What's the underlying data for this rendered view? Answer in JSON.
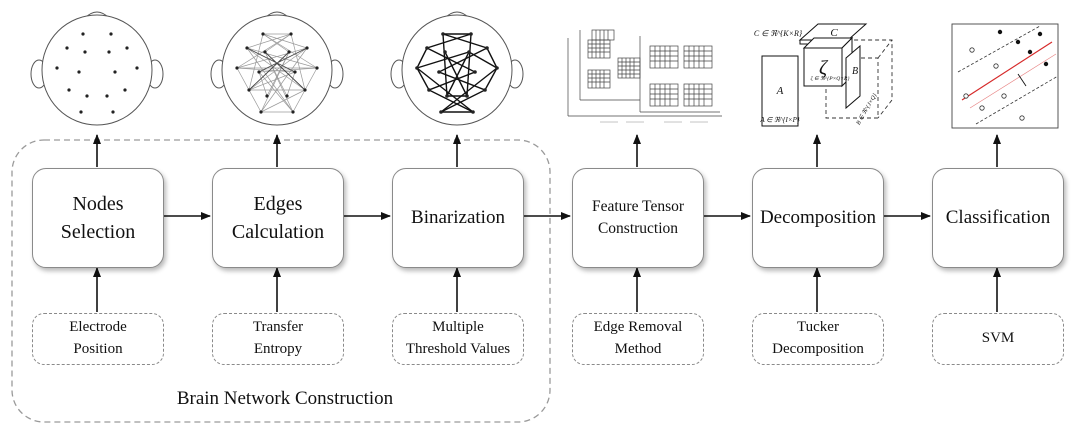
{
  "title": "",
  "group_label": "Brain Network Construction",
  "steps": [
    {
      "label": "Nodes\nSelection",
      "input": "Electrode\nPosition"
    },
    {
      "label": "Edges\nCalculation",
      "input": "Transfer\nEntropy"
    },
    {
      "label": "Binarization",
      "input": "Multiple\nThreshold Values"
    },
    {
      "label": "Feature Tensor\nConstruction",
      "input": "Edge Removal\nMethod"
    },
    {
      "label": "Decomposition",
      "input": "Tucker\nDecomposition"
    },
    {
      "label": "Classification",
      "input": "SVM"
    }
  ],
  "tucker": {
    "core": "ζ",
    "factor_a": "A",
    "factor_b": "B",
    "factor_c": "C",
    "a_dim": "A ∈ ℜ^{I×P}",
    "c_dim": "C ∈ ℜ^{K×R}",
    "b_dim": "B ∈ ℜ^{J×Q}",
    "core_dim": "ζ ∈ ℜ^{P×Q×R}"
  },
  "colors": {
    "box_border": "#8a8a8a",
    "arrow": "#111111",
    "svm_boundary": "#d62a2a",
    "edge_weak": "#b0b0b0",
    "edge_strong": "#111111"
  }
}
